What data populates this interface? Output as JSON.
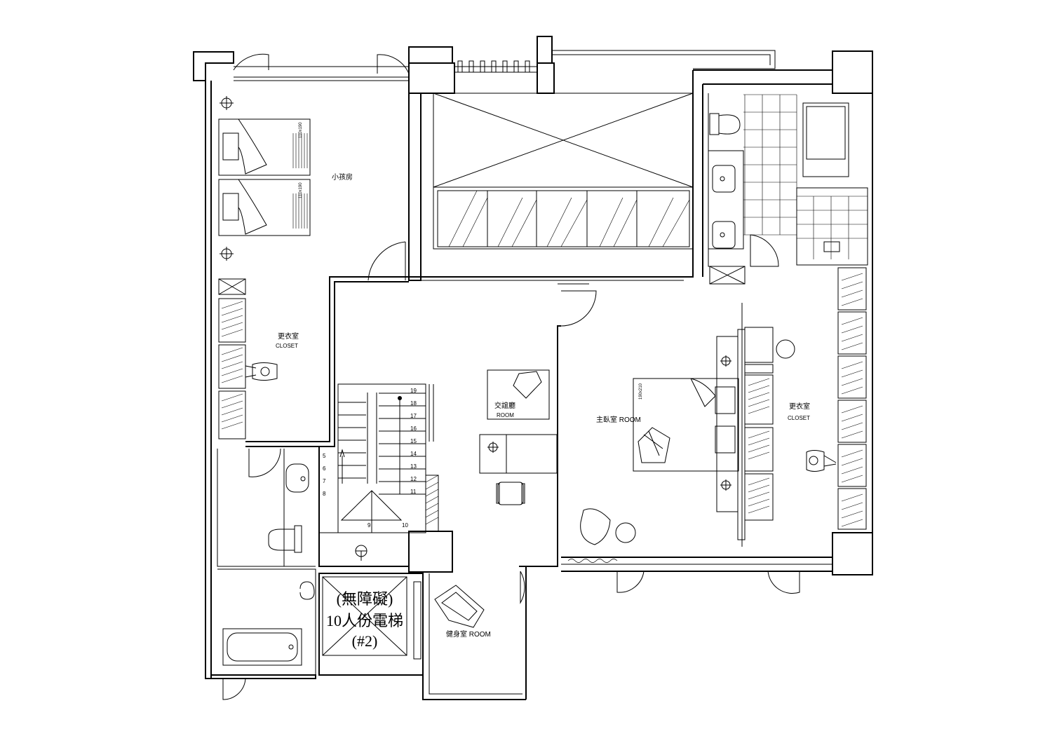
{
  "rooms": {
    "kids_room": "小孩房",
    "closet_left_cn": "更衣室",
    "closet_left_en": "CLOSET",
    "lounge_cn": "交誼廳",
    "lounge_en": "ROOM",
    "master_bedroom": "主臥室 ROOM",
    "closet_right_cn": "更衣室",
    "closet_right_en": "CLOSET",
    "gym": "健身室 ROOM"
  },
  "elevator": {
    "line1": "(無障礙)",
    "line2": "10人份電梯",
    "line3": "(#2)"
  },
  "bed_sizes": {
    "kid_bed_1": "110x190",
    "kid_bed_2": "110x190",
    "master_bed": "190x210"
  },
  "stair_numbers": {
    "right_flight": [
      "19",
      "18",
      "17",
      "16",
      "15",
      "14",
      "13",
      "12",
      "11"
    ],
    "left_flight": [
      "5",
      "6",
      "7",
      "8"
    ],
    "landing": [
      "9",
      "10"
    ]
  }
}
